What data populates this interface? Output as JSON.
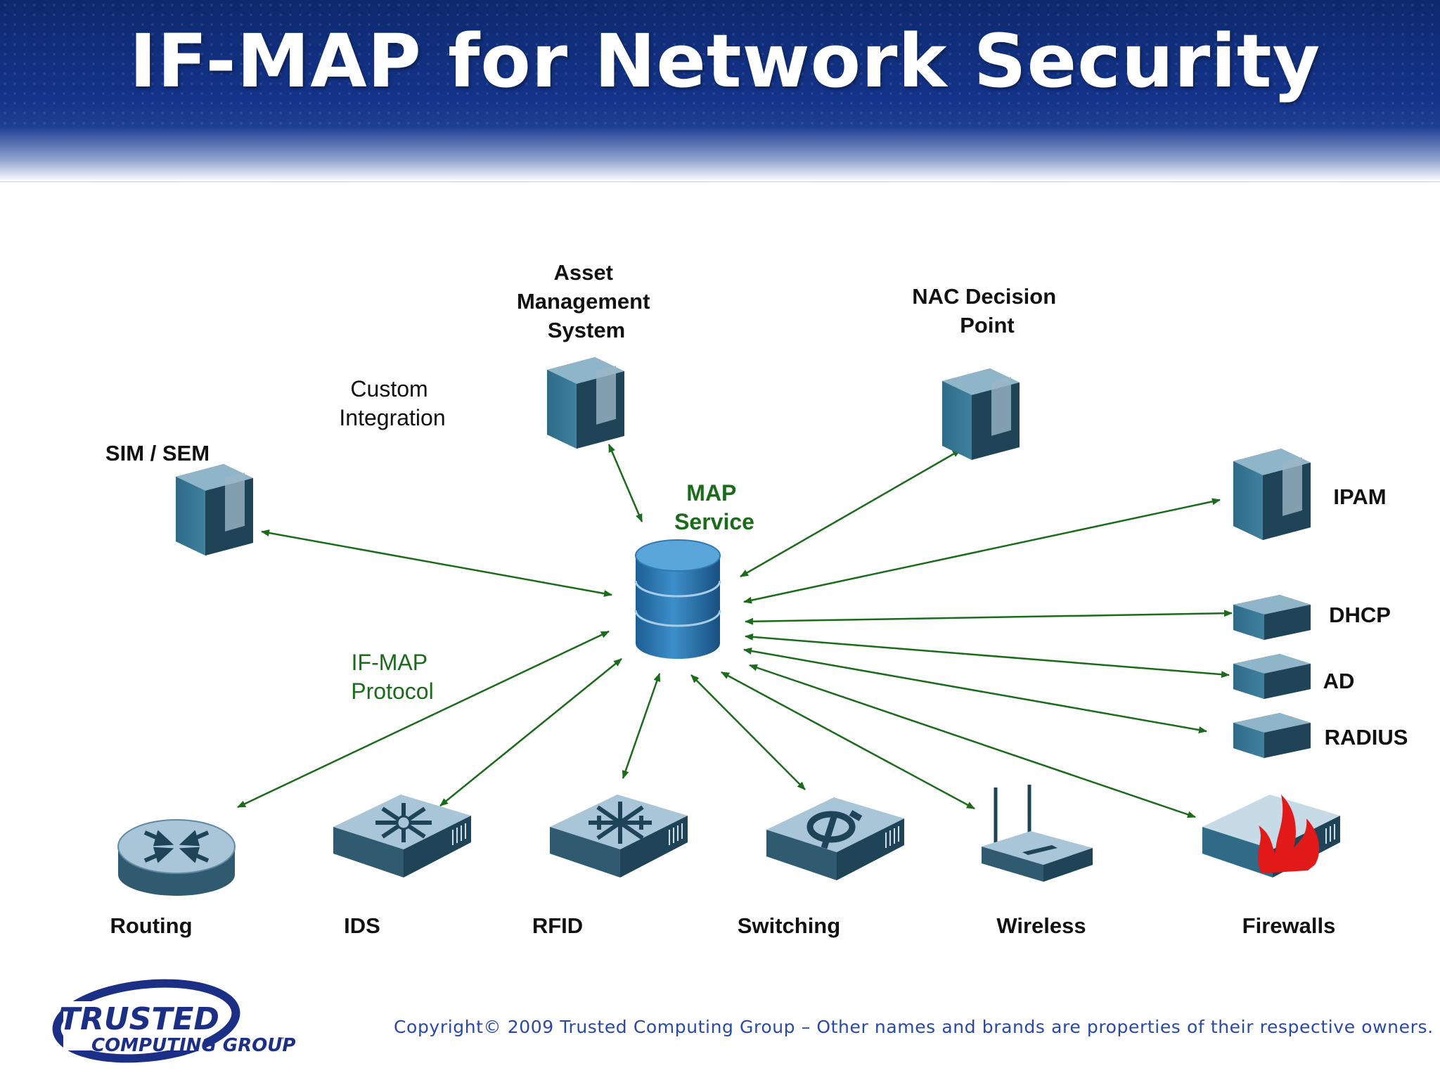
{
  "header": {
    "title": "IF-MAP for Network Security"
  },
  "center": {
    "label_line1": "MAP",
    "label_line2": "Service"
  },
  "annotations": {
    "custom_integration": [
      "Custom",
      "Integration"
    ],
    "ifmap_protocol": [
      "IF-MAP",
      "Protocol"
    ]
  },
  "nodes": {
    "asset": [
      "Asset",
      "Management",
      "System"
    ],
    "nac": [
      "NAC Decision",
      "Point"
    ],
    "sim": [
      "SIM / SEM"
    ],
    "ipam": [
      "IPAM"
    ],
    "dhcp": [
      "DHCP"
    ],
    "ad": [
      "AD"
    ],
    "radius": [
      "RADIUS"
    ],
    "routing": [
      "Routing"
    ],
    "ids": [
      "IDS"
    ],
    "rfid": [
      "RFID"
    ],
    "switching": [
      "Switching"
    ],
    "wireless": [
      "Wireless"
    ],
    "firewalls": [
      "Firewalls"
    ]
  },
  "logo": {
    "line1": "TRUSTED",
    "line2": "COMPUTING GROUP",
    "tm": "™"
  },
  "footer": {
    "copyright": "Copyright© 2009 Trusted Computing Group – Other names and brands are properties of their respective owners."
  },
  "colors": {
    "arrow": "#1a6b1a",
    "accent_green": "#1a6b1a",
    "banner": "#14338a",
    "footer_text": "#2a48a8"
  }
}
